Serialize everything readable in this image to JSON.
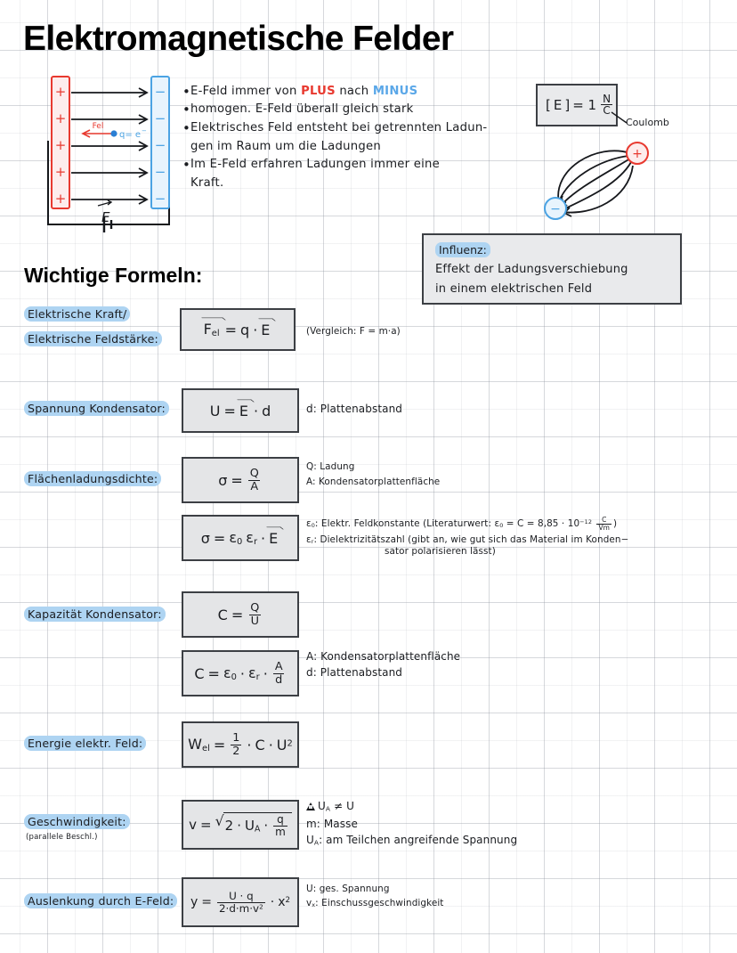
{
  "page": {
    "title": "Elektromagnetische Felder",
    "section_heading": "Wichtige Formeln:"
  },
  "bullets": [
    {
      "pre": "E-Feld immer von ",
      "hi1": "PLUS",
      "mid": " nach ",
      "hi2": "MINUS",
      "post": ""
    },
    {
      "pre": "homogen. E-Feld überall gleich stark",
      "hi1": "",
      "mid": "",
      "hi2": "",
      "post": ""
    },
    {
      "pre": "Elektrisches Feld entsteht bei getrennten Ladun-",
      "hi1": "",
      "mid": "",
      "hi2": "",
      "post": ""
    },
    {
      "pre": "Im E-Feld erfahren Ladungen immer eine",
      "hi1": "",
      "mid": "",
      "hi2": "",
      "post": ""
    }
  ],
  "bullet_continuations": {
    "line3": "gen im Raum um die Ladungen",
    "line4": "Kraft."
  },
  "capacitor_diagram": {
    "plus_signs": [
      "+",
      "+",
      "+",
      "+",
      "+"
    ],
    "minus_signs": [
      "−",
      "−",
      "−",
      "−",
      "−"
    ],
    "force_label": "Fel",
    "charge_label": "q = e",
    "charge_label_sup": "−",
    "field_label": "E",
    "plate_positive_color": "#e8392f",
    "plate_negative_color": "#4ba3e3"
  },
  "unit_box": {
    "bracket_open": "[",
    "symbol": "E",
    "bracket_close": "]",
    "equals": "= 1",
    "num": "N",
    "den": "C",
    "annotation": "Coulomb"
  },
  "dipole": {
    "positive": "+",
    "negative": "−"
  },
  "influenz": {
    "title": "Influenz:",
    "line1": "Effekt der Ladungsverschiebung",
    "line2": "in einem elektrischen Feld"
  },
  "formulas": [
    {
      "id": "kraft",
      "label_line1": "Elektrische Kraft/",
      "label_line2": "Elektrische Feldstärke:",
      "formula": "F_el = q · E",
      "note": "(Vergleich: F = m·a)"
    },
    {
      "id": "spannung",
      "label_line1": "Spannung Kondensator:",
      "formula": "U = E · d",
      "note": "d: Plattenabstand"
    },
    {
      "id": "flaechenladungsdichte",
      "label_line1": "Flächenladungsdichte:",
      "formula": "σ = Q / A",
      "note_line1": "Q: Ladung",
      "note_line2": "A: Kondensatorplattenfläche"
    },
    {
      "id": "flaechenladungsdichte2",
      "formula": "σ = ε₀ εr · E",
      "note_line1": "ε₀: Elektr. Feldkonstante (Literaturwert: ε₀ = C = 8,85 · 10⁻¹² C/Vm)",
      "note_line2": "εr: Dielektrizitätszahl (gibt an, wie gut sich das Material im Konden-",
      "note_line3": "sator polarisieren lässt)"
    },
    {
      "id": "kapazitaet",
      "label_line1": "Kapazität Kondensator:",
      "formula": "C = Q / U"
    },
    {
      "id": "kapazitaet2",
      "formula": "C = ε₀ · εr · A/d",
      "note_line1": "A: Kondensatorplattenfläche",
      "note_line2": "d: Plattenabstand"
    },
    {
      "id": "energie",
      "label_line1": "Energie elektr. Feld:",
      "formula": "Wel = 1/2 · C · U²"
    },
    {
      "id": "geschwindigkeit",
      "label_line1": "Geschwindigkeit:",
      "label_sub": "(parallele Beschl.)",
      "formula": "v = √(2 · UA · q/m)",
      "note_line1": "UA ≠ U",
      "note_line2": "m: Masse",
      "note_line3": "UA: am Teilchen angreifende Spannung"
    },
    {
      "id": "auslenkung",
      "label_line1": "Auslenkung durch E-Feld:",
      "formula": "y = (U·q)/(2·d·m·vx²) · x²",
      "note_line1": "U: ges. Spannung",
      "note_line2": "vx: Einschussgeschwindigkeit"
    }
  ],
  "symbols": {
    "sigma": "σ",
    "epsilon": "ε",
    "zero": "0",
    "r": "r",
    "E": "E",
    "F": "F",
    "el": "el",
    "q": "q",
    "U": "U",
    "d": "d",
    "Q": "Q",
    "A": "A",
    "C": "C",
    "W": "W",
    "one": "1",
    "two": "2",
    "v": "v",
    "m": "m",
    "x": "x",
    "y": "y",
    "eq": "=",
    "dot": "·",
    "neq": "≠",
    "sqrt": "√",
    "sub_A": "A",
    "sub_x": "x",
    "exp2": "2",
    "N": "N",
    "Vm": "Vm",
    "num_885": "8,85",
    "exp_neg12": "−12",
    "ten": "10"
  },
  "colors": {
    "highlight": "#aed4f2",
    "box_border": "#3c3f44",
    "box_fill": "#e4e5e7",
    "red": "#e8392f",
    "blue": "#5aa7e8",
    "ink": "#1b1d21"
  }
}
